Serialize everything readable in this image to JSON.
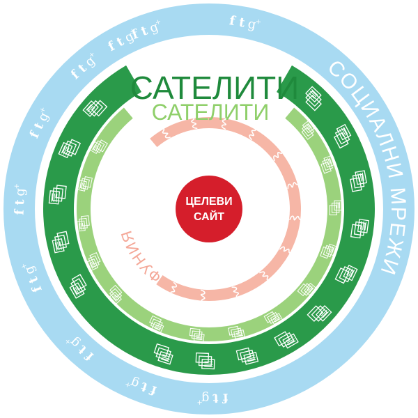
{
  "diagram": {
    "center": {
      "line1": "ЦЕЛЕВИ",
      "line2": "САЙТ"
    },
    "rings": {
      "social": {
        "label": "СОЦИАЛНИ МРЕЖИ",
        "icon_glyphs": {
          "f": "f",
          "t": "t",
          "g": "g",
          "plus": "+"
        },
        "icon_names": [
          "facebook-icon",
          "twitter-icon",
          "google-plus-icon"
        ]
      },
      "satellites_outer": {
        "label": "САТЕЛИТИ",
        "icon_name": "document-stack-icon"
      },
      "satellites_inner": {
        "label": "САТЕЛИТИ",
        "icon_name": "document-stack-icon"
      },
      "funnel": {
        "label": "ФУНИЯ",
        "icon_name": "signature-logo-icon"
      }
    },
    "colors": {
      "social_ring": "#a8daf2",
      "outer_satellites": "#2a9a4a",
      "inner_satellites": "#9bd27c",
      "funnel": "#f6b6a6",
      "center": "#d51e2b",
      "title_dark": "#1f8a3c",
      "title_light": "#8fcf6a",
      "funnel_text": "#f4a797"
    }
  }
}
